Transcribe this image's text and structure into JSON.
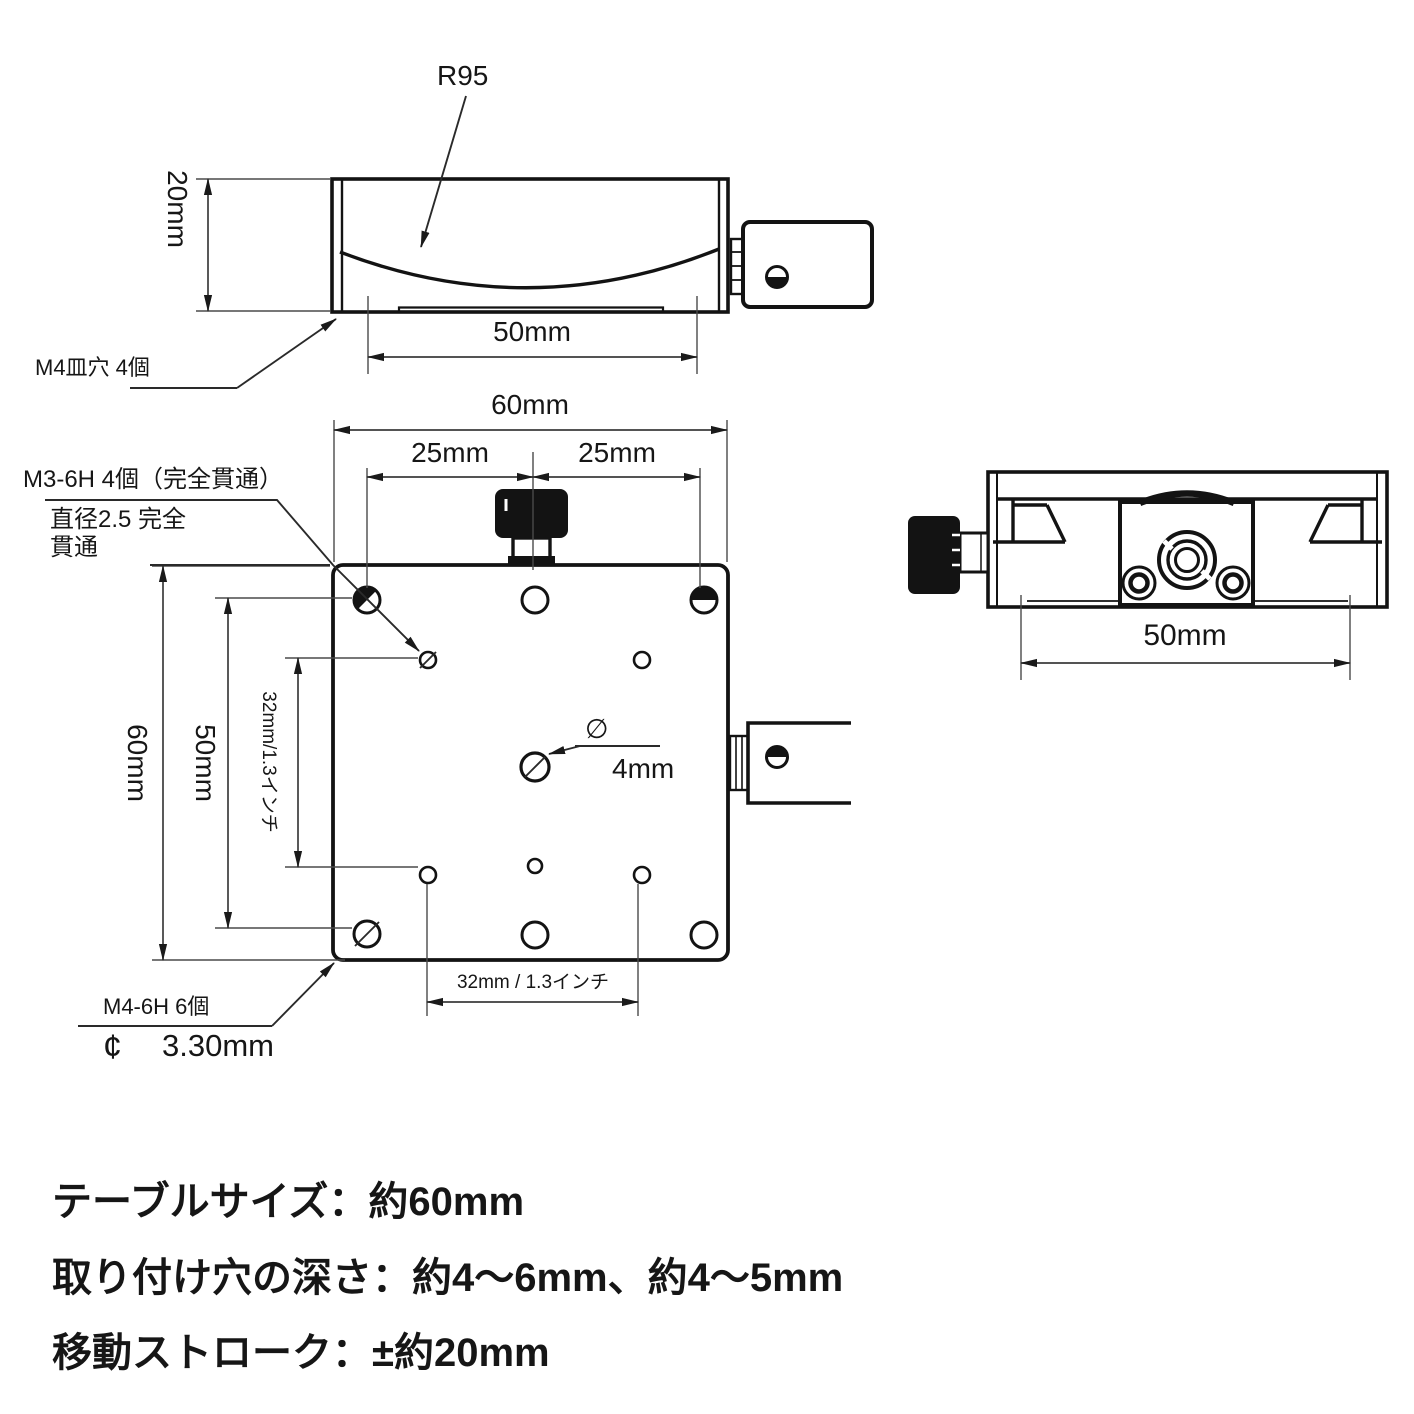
{
  "side_view": {
    "radius_label": "R95",
    "height_dim": "20mm",
    "width_dim": "50mm",
    "countersink_label": "M4皿穴 4個"
  },
  "plan_view": {
    "total_width_dim": "60mm",
    "left_pitch_dim": "25mm",
    "right_pitch_dim": "25mm",
    "total_height_dim": "60mm",
    "hole_pitch_v_dim": "50mm",
    "inner_pitch_v_dim": "32mm/1.3インチ",
    "bottom_pitch_dim": "32mm / 1.3インチ",
    "m3_holes_label": "M3-6H 4個（完全貫通）",
    "through_hole_label_line1": "直径2.5 完全",
    "through_hole_label_line2": "貫通",
    "center_hole_symbol": "∅",
    "center_hole_dim": "4mm",
    "m4_holes_label": "M4-6H 6個",
    "m4_dia_symbol": "¢",
    "m4_dia_value": "3.30mm"
  },
  "end_view": {
    "width_dim": "50mm"
  },
  "specs": {
    "line1": "テーブルサイズ：約60mm",
    "line2": "取り付け穴の深さ：約4〜6mm、約4〜5mm",
    "line3": "移動ストローク：±約20mm"
  }
}
